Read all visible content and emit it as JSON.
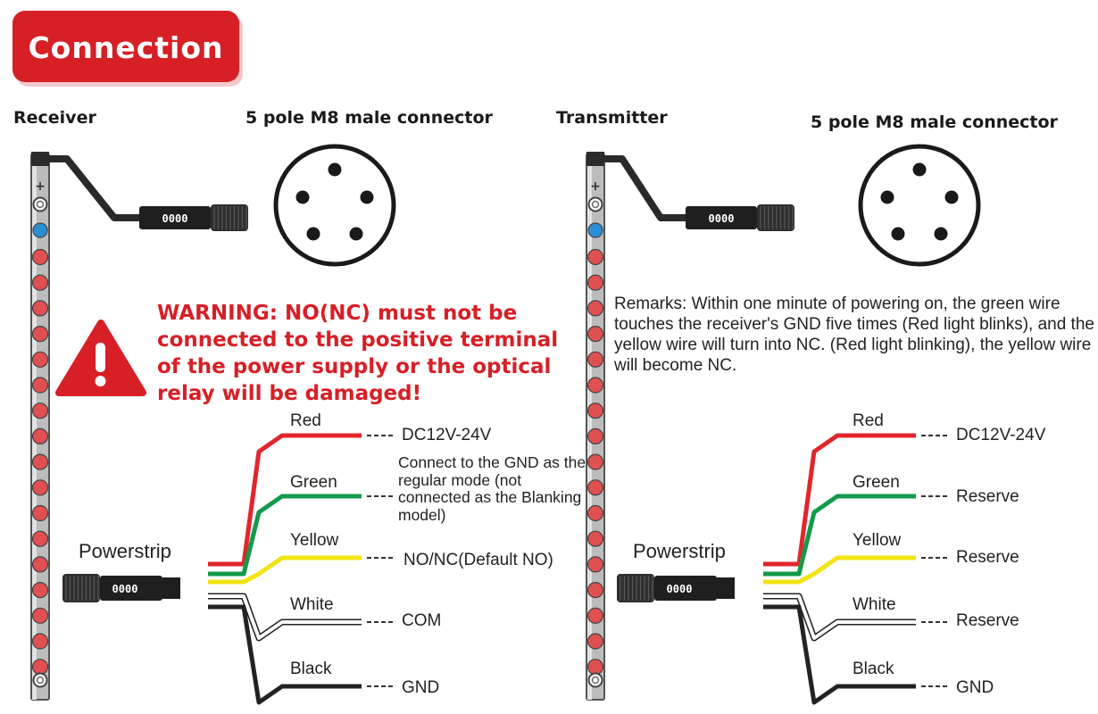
{
  "badge": {
    "label": "Connection"
  },
  "receiver": {
    "title": "Receiver",
    "connector_title": "5 pole M8 male connector",
    "plug_label": "0000",
    "powerstrip_label": "Powerstrip",
    "warning": "WARNING: NO(NC)  must not be connected to the positive terminal of the power supply or the optical relay will be damaged!",
    "wires": [
      {
        "name": "Red",
        "color": "#e1262c",
        "function": "DC12V-24V"
      },
      {
        "name": "Green",
        "color": "#139a4a",
        "function": "Connect to the GND as the regular mode (not connected as the Blanking model)"
      },
      {
        "name": "Yellow",
        "color": "#f2e313",
        "function": "NO/NC(Default NO)"
      },
      {
        "name": "White",
        "color": "#ffffff",
        "function": "COM"
      },
      {
        "name": "Black",
        "color": "#222222",
        "function": "GND"
      }
    ]
  },
  "transmitter": {
    "title": "Transmitter",
    "connector_title": "5 pole M8 male connector",
    "plug_label": "0000",
    "powerstrip_label": "Powerstrip",
    "remarks": "Remarks: Within one minute of powering on, the green wire touches the receiver's GND five times (Red light blinks), and the yellow wire will turn into NC. (Red light blinking), the yellow wire will become NC.",
    "wires": [
      {
        "name": "Red",
        "color": "#e1262c",
        "function": "DC12V-24V"
      },
      {
        "name": "Green",
        "color": "#139a4a",
        "function": "Reserve"
      },
      {
        "name": "Yellow",
        "color": "#f2e313",
        "function": "Reserve"
      },
      {
        "name": "White",
        "color": "#ffffff",
        "function": "Reserve"
      },
      {
        "name": "Black",
        "color": "#222222",
        "function": "GND"
      }
    ]
  },
  "strip": {
    "plus_symbol": "+"
  },
  "colors": {
    "accent_red": "#d71f26",
    "indicator_blue": "#2a8fd6",
    "indicator_red": "#e05050"
  }
}
